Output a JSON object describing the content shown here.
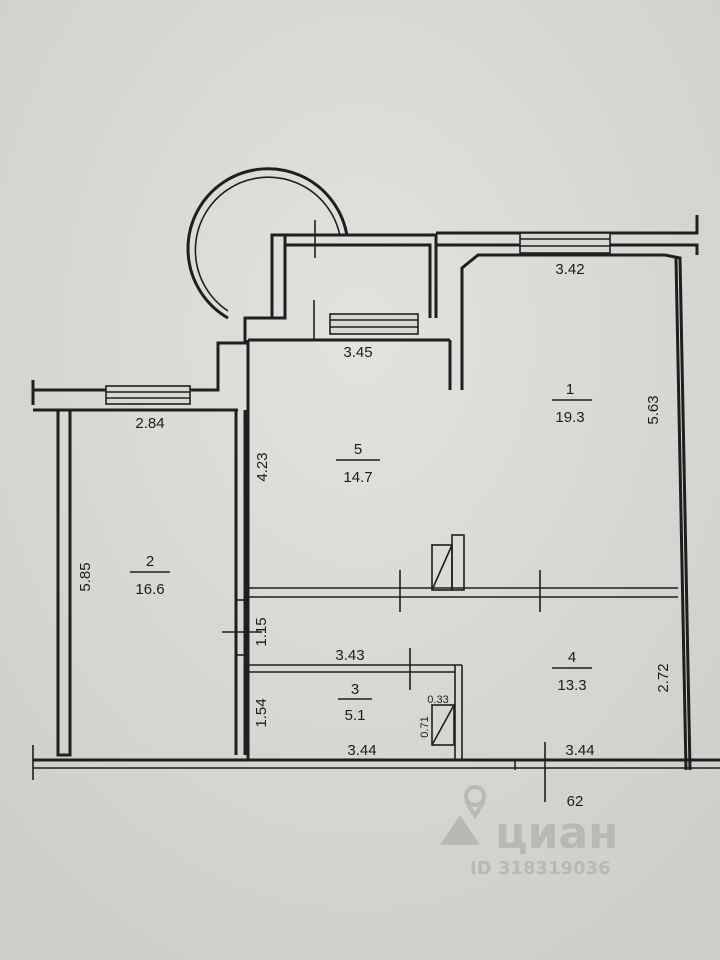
{
  "rooms": [
    {
      "number": "1",
      "area": "19.3"
    },
    {
      "number": "2",
      "area": "16.6"
    },
    {
      "number": "3",
      "area": "5.1"
    },
    {
      "number": "4",
      "area": "13.3"
    },
    {
      "number": "5",
      "area": "14.7"
    }
  ],
  "dimensions": {
    "d_342": "3.42",
    "d_345": "3.45",
    "d_284": "2.84",
    "d_563": "5.63",
    "d_423": "4.23",
    "d_585": "5.85",
    "d_115": "1.15",
    "d_343": "3.43",
    "d_272": "2.72",
    "d_154": "1.54",
    "d_344_left": "3.44",
    "d_344_right": "3.44",
    "d_033": "0.33",
    "d_071": "0.71",
    "d_62": "62"
  },
  "watermark": {
    "brand": "циан",
    "id": "ID 318319036",
    "icon": "location-pin-icon"
  }
}
